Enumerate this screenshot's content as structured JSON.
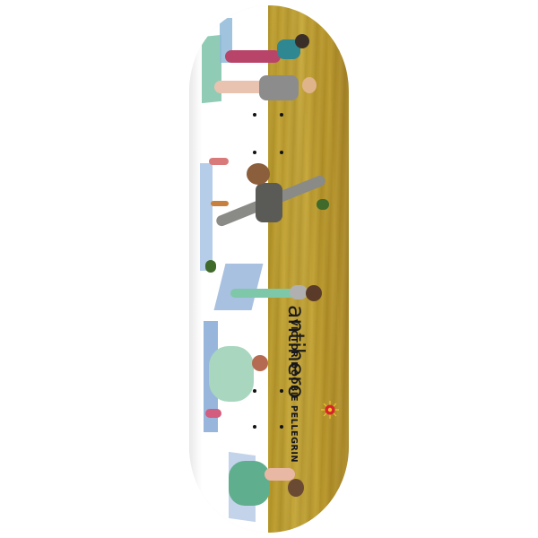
{
  "product": {
    "type": "skateboard deck",
    "brand": "antihero",
    "rider_name": "VICTOR DOOBIE PELLEGRIN",
    "graphic": "watercolor illustration of people doing yoga/stretching on mats",
    "colors": {
      "background": "#ffffff",
      "left_half": "#ffffff",
      "right_half_wood": "#bd9e34",
      "text": "#1a1a1a",
      "logo_red": "#d8232a",
      "logo_yellow": "#f2c230"
    }
  }
}
